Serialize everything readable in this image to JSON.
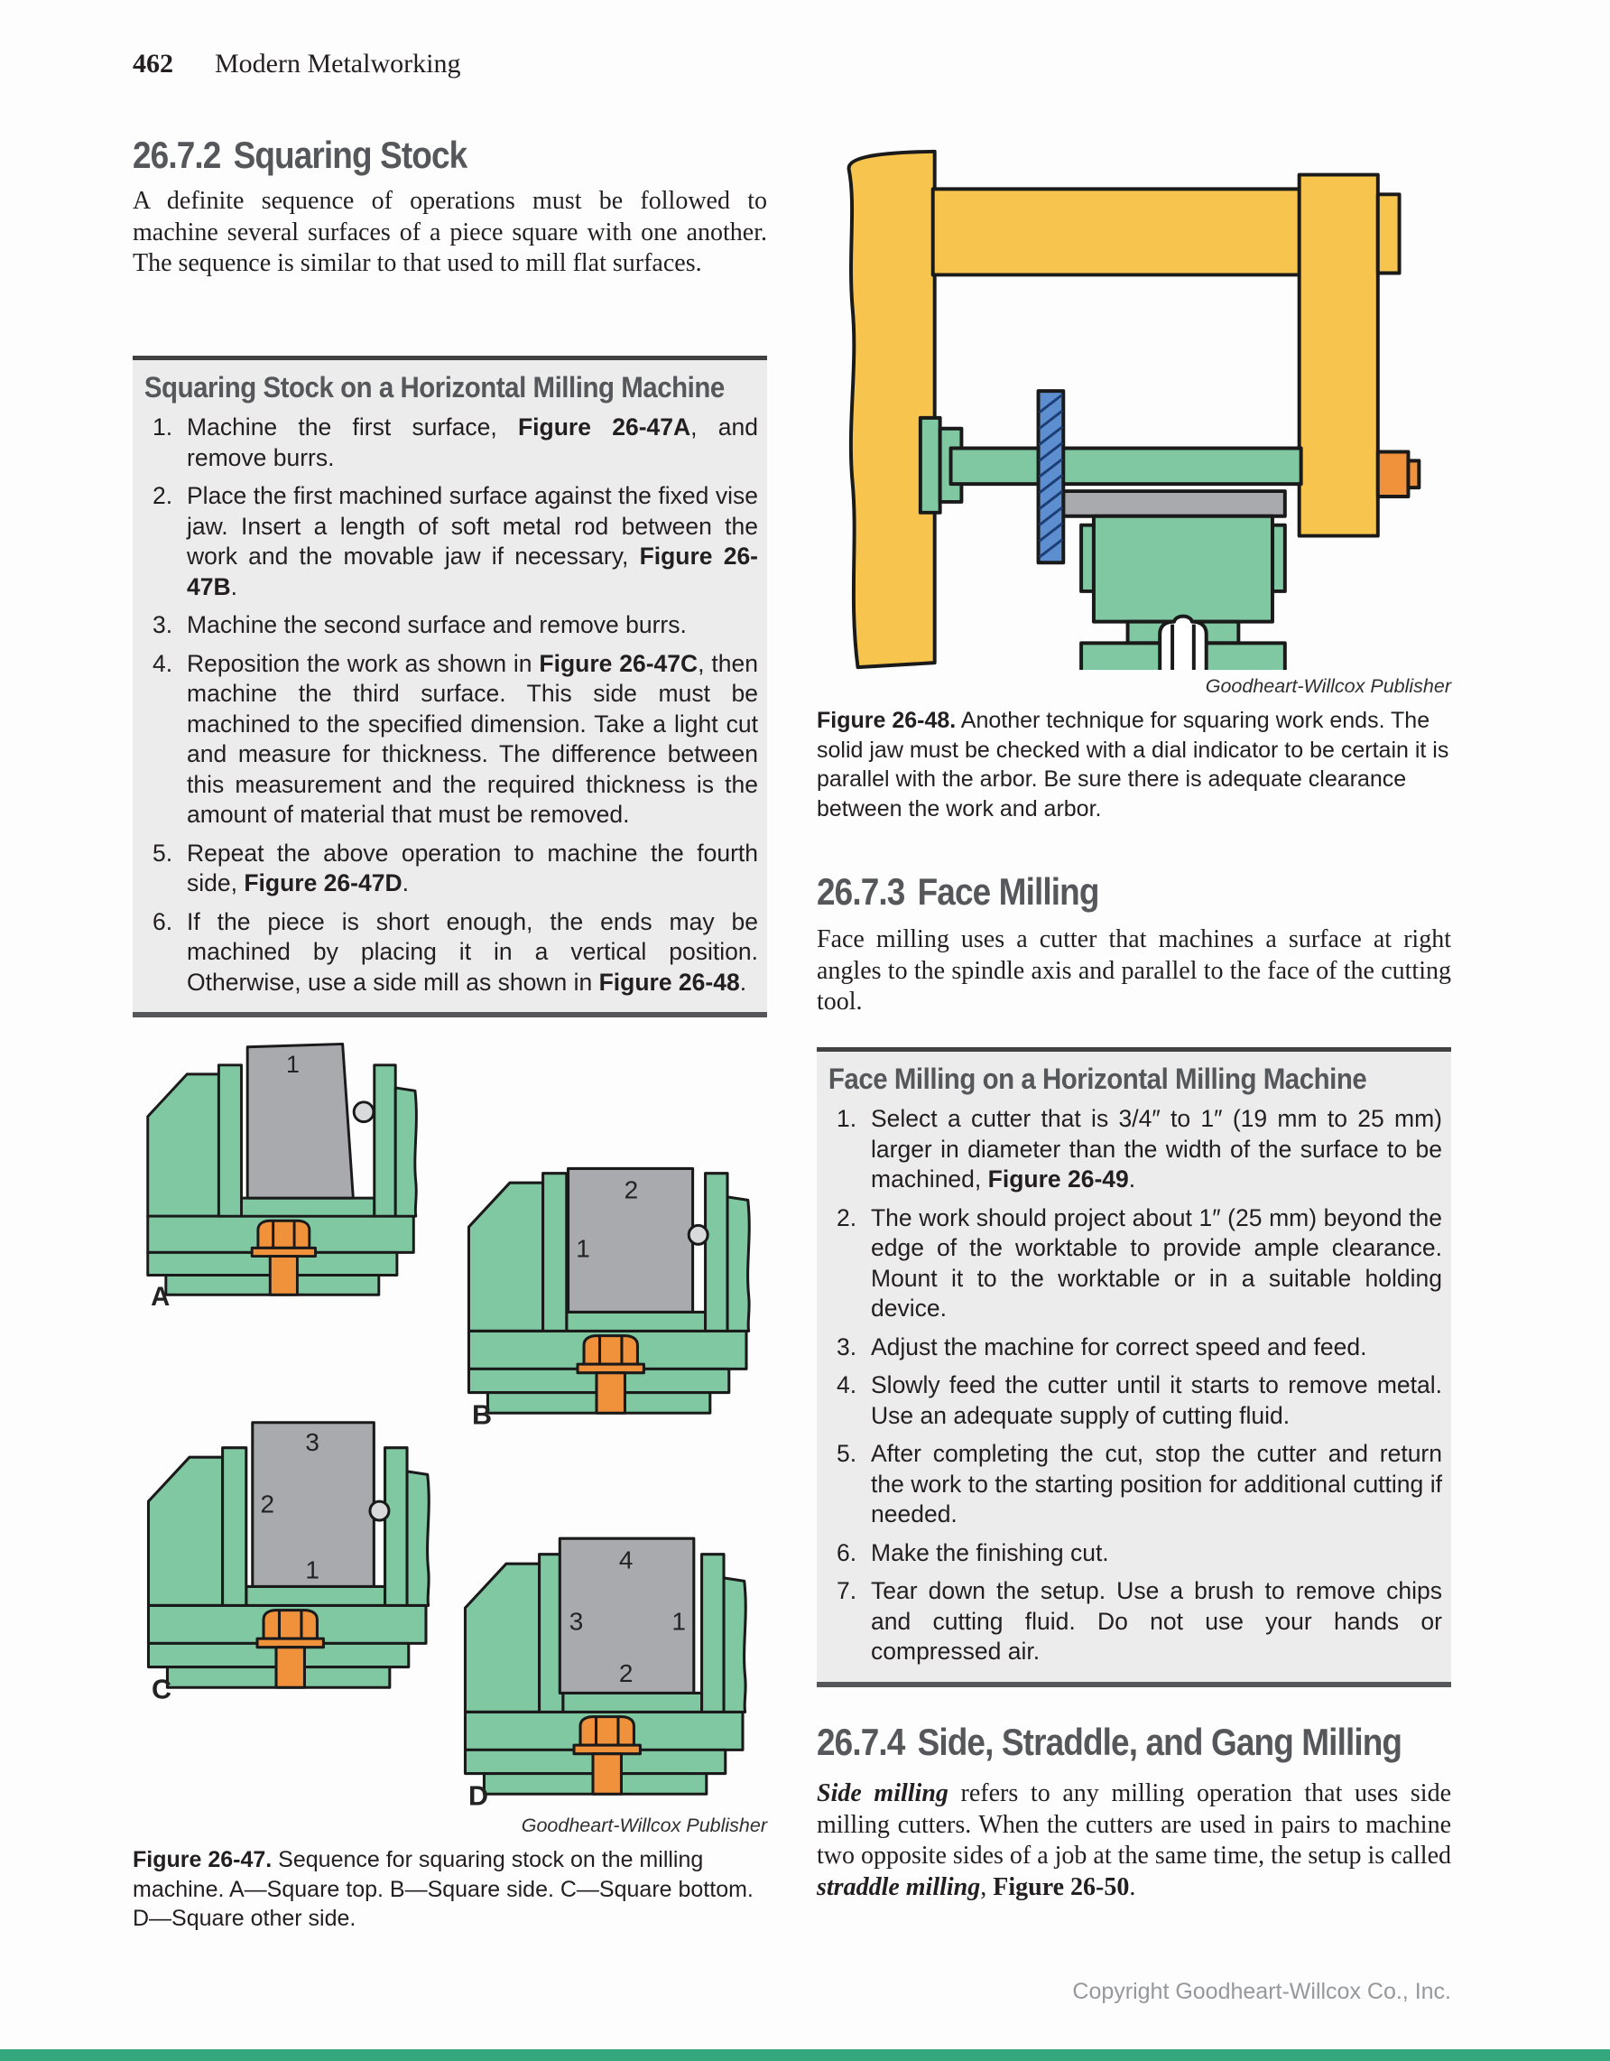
{
  "header": {
    "page_number": "462",
    "book_title": "Modern Metalworking"
  },
  "section_squaring": {
    "number": "26.7.2",
    "title": "Squaring Stock",
    "body": "A definite sequence of operations must be followed to machine several surfaces of a piece square with one another. The sequence is similar to that used to mill flat surfaces."
  },
  "box_squaring": {
    "title": "Squaring Stock on a Horizontal Milling Machine",
    "items": [
      "Machine the first surface, **Figure 26-47A**, and remove burrs.",
      "Place the first machined surface against the fixed vise jaw. Insert a length of soft metal rod between the work and the movable jaw if necessary, **Figure 26-47B**.",
      "Machine the second surface and remove burrs.",
      "Reposition the work as shown in **Figure 26-47C**, then machine the third surface. This side must be machined to the specified dimension. Take a light cut and measure for thickness. The difference between this measurement and the required thickness is the amount of material that must be removed.",
      "Repeat the above operation to machine the fourth side, **Figure 26-47D**.",
      "If the piece is short enough, the ends may be machined by placing it in a vertical position. Otherwise, use a side mill as shown in **Figure 26-48**."
    ]
  },
  "figure_47": {
    "labels": {
      "a": "A",
      "b": "B",
      "c": "C",
      "d": "D"
    },
    "surface_numbers": {
      "a_top": "1",
      "b_top": "2",
      "b_left": "1",
      "c_top": "3",
      "c_left": "2",
      "c_bottom": "1",
      "d_top": "4",
      "d_left": "3",
      "d_right": "1",
      "d_bottom": "2"
    },
    "credit": "Goodheart-Willcox Publisher",
    "caption": "**Figure 26-47.** Sequence for squaring stock on the milling machine. A—Square top. B—Square side. C—Square bottom. D—Square other side."
  },
  "figure_48": {
    "credit": "Goodheart-Willcox Publisher",
    "caption": "**Figure 26-48.** Another technique for squaring work ends. The solid jaw must be checked with a dial indicator to be certain it is parallel with the arbor. Be sure there is adequate clearance between the work and arbor."
  },
  "section_face_milling": {
    "number": "26.7.3",
    "title": "Face Milling",
    "body": "Face milling uses a cutter that machines a surface at right angles to the spindle axis and parallel to the face of the cutting tool."
  },
  "box_face_milling": {
    "title": "Face Milling on a Horizontal Milling Machine",
    "items": [
      "Select a cutter that is 3/4″ to 1″ (19 mm to 25 mm) larger in diameter than the width of the surface to be machined, **Figure 26-49**.",
      "The work should project about 1″ (25 mm) beyond the edge of the worktable to provide ample clearance. Mount it to the worktable or in a suitable holding device.",
      "Adjust the machine for correct speed and feed.",
      "Slowly feed the cutter until it starts to remove metal. Use an adequate supply of cutting fluid.",
      "After completing the cut, stop the cutter and return the work to the starting position for additional cutting if needed.",
      "Make the finishing cut.",
      "Tear down the setup. Use a brush to remove chips and cutting fluid. Do not use your hands or compressed air."
    ]
  },
  "section_side_milling": {
    "number": "26.7.4",
    "title": "Side, Straddle, and Gang Milling",
    "body": "***Side milling*** refers to any milling operation that uses side milling cutters. When the cutters are used in pairs to machine two opposite sides of a job at the same time, the setup is called ***straddle milling***, **Figure 26-50**."
  },
  "footer": {
    "copyright": "Copyright Goodheart-Willcox Co., Inc."
  },
  "colors": {
    "vise_green": "#7fc8a2",
    "workpiece_gray": "#a8aaad",
    "bolt_orange": "#f0913c",
    "machine_yellow": "#f7c44e",
    "cutter_blue": "#5d8fd0",
    "bottom_bar_teal": "#34a77f",
    "heading_gray": "#56575b",
    "box_gray": "#ececec"
  }
}
